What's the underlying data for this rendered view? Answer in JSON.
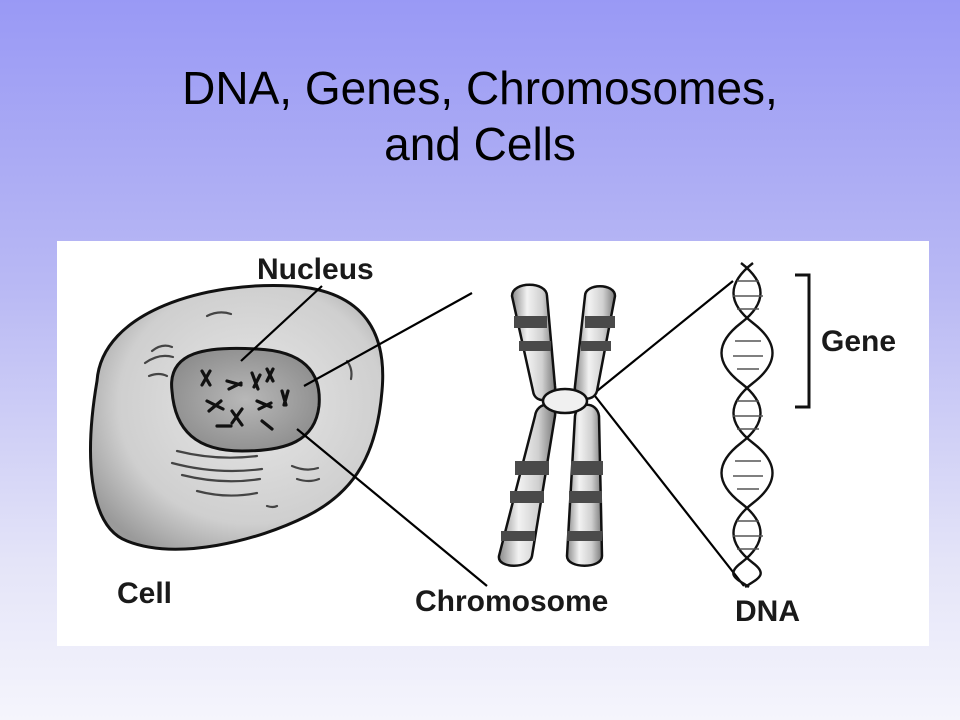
{
  "slide": {
    "title_line1": "DNA, Genes, Chromosomes,",
    "title_line2": "and Cells"
  },
  "labels": {
    "nucleus": "Nucleus",
    "cell": "Cell",
    "chromosome": "Chromosome",
    "gene": "Gene",
    "dna": "DNA"
  },
  "colors": {
    "background_top": "#9999f5",
    "background_bottom": "#f5f5fc",
    "figure_background": "#ffffff",
    "ink": "#1a1a1a"
  }
}
